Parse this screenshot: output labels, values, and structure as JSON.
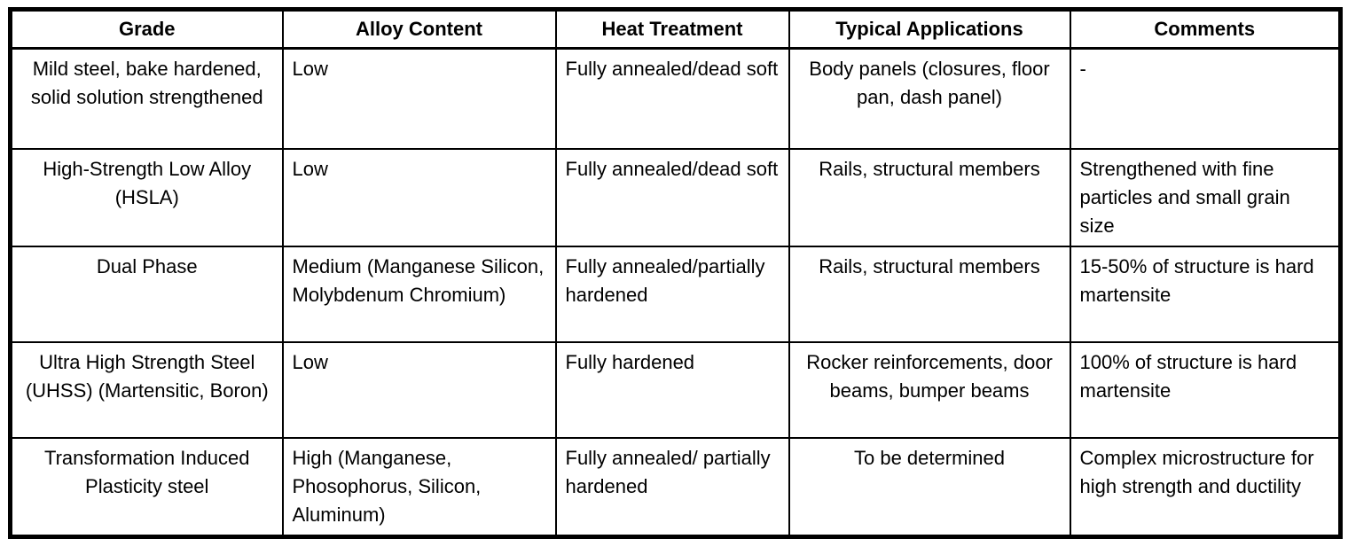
{
  "table": {
    "headers": [
      "Grade",
      "Alloy Content",
      "Heat Treatment",
      "Typical Applications",
      "Comments"
    ],
    "rows": [
      {
        "cells": [
          "Mild steel, bake hardened, solid solution strengthened",
          "Low",
          "Fully annealed/dead soft",
          "Body panels (closures, floor pan, dash panel)",
          "-"
        ]
      },
      {
        "cells": [
          "High-Strength Low Alloy (HSLA)",
          "Low",
          "Fully annealed/dead soft",
          "Rails, structural members",
          "Strengthened with fine particles and small grain size"
        ]
      },
      {
        "cells": [
          "Dual Phase",
          "Medium (Manganese Silicon, Molybdenum Chromium)",
          "Fully annealed/partially hardened",
          "Rails, structural members",
          "15-50% of structure is hard martensite"
        ]
      },
      {
        "cells": [
          "Ultra High Strength Steel (UHSS) (Martensitic, Boron)",
          "Low",
          "Fully hardened",
          "Rocker reinforcements, door beams, bumper beams",
          "100% of structure is hard martensite"
        ]
      },
      {
        "cells": [
          "Transformation Induced Plasticity steel",
          "High (Manganese, Phosophorus, Silicon, Aluminum)",
          "Fully annealed/ partially hardened",
          "To be determined",
          "Complex microstructure for high strength and ductility"
        ]
      }
    ],
    "colors": {
      "border": "#000000",
      "text": "#000000",
      "background": "#ffffff"
    }
  }
}
